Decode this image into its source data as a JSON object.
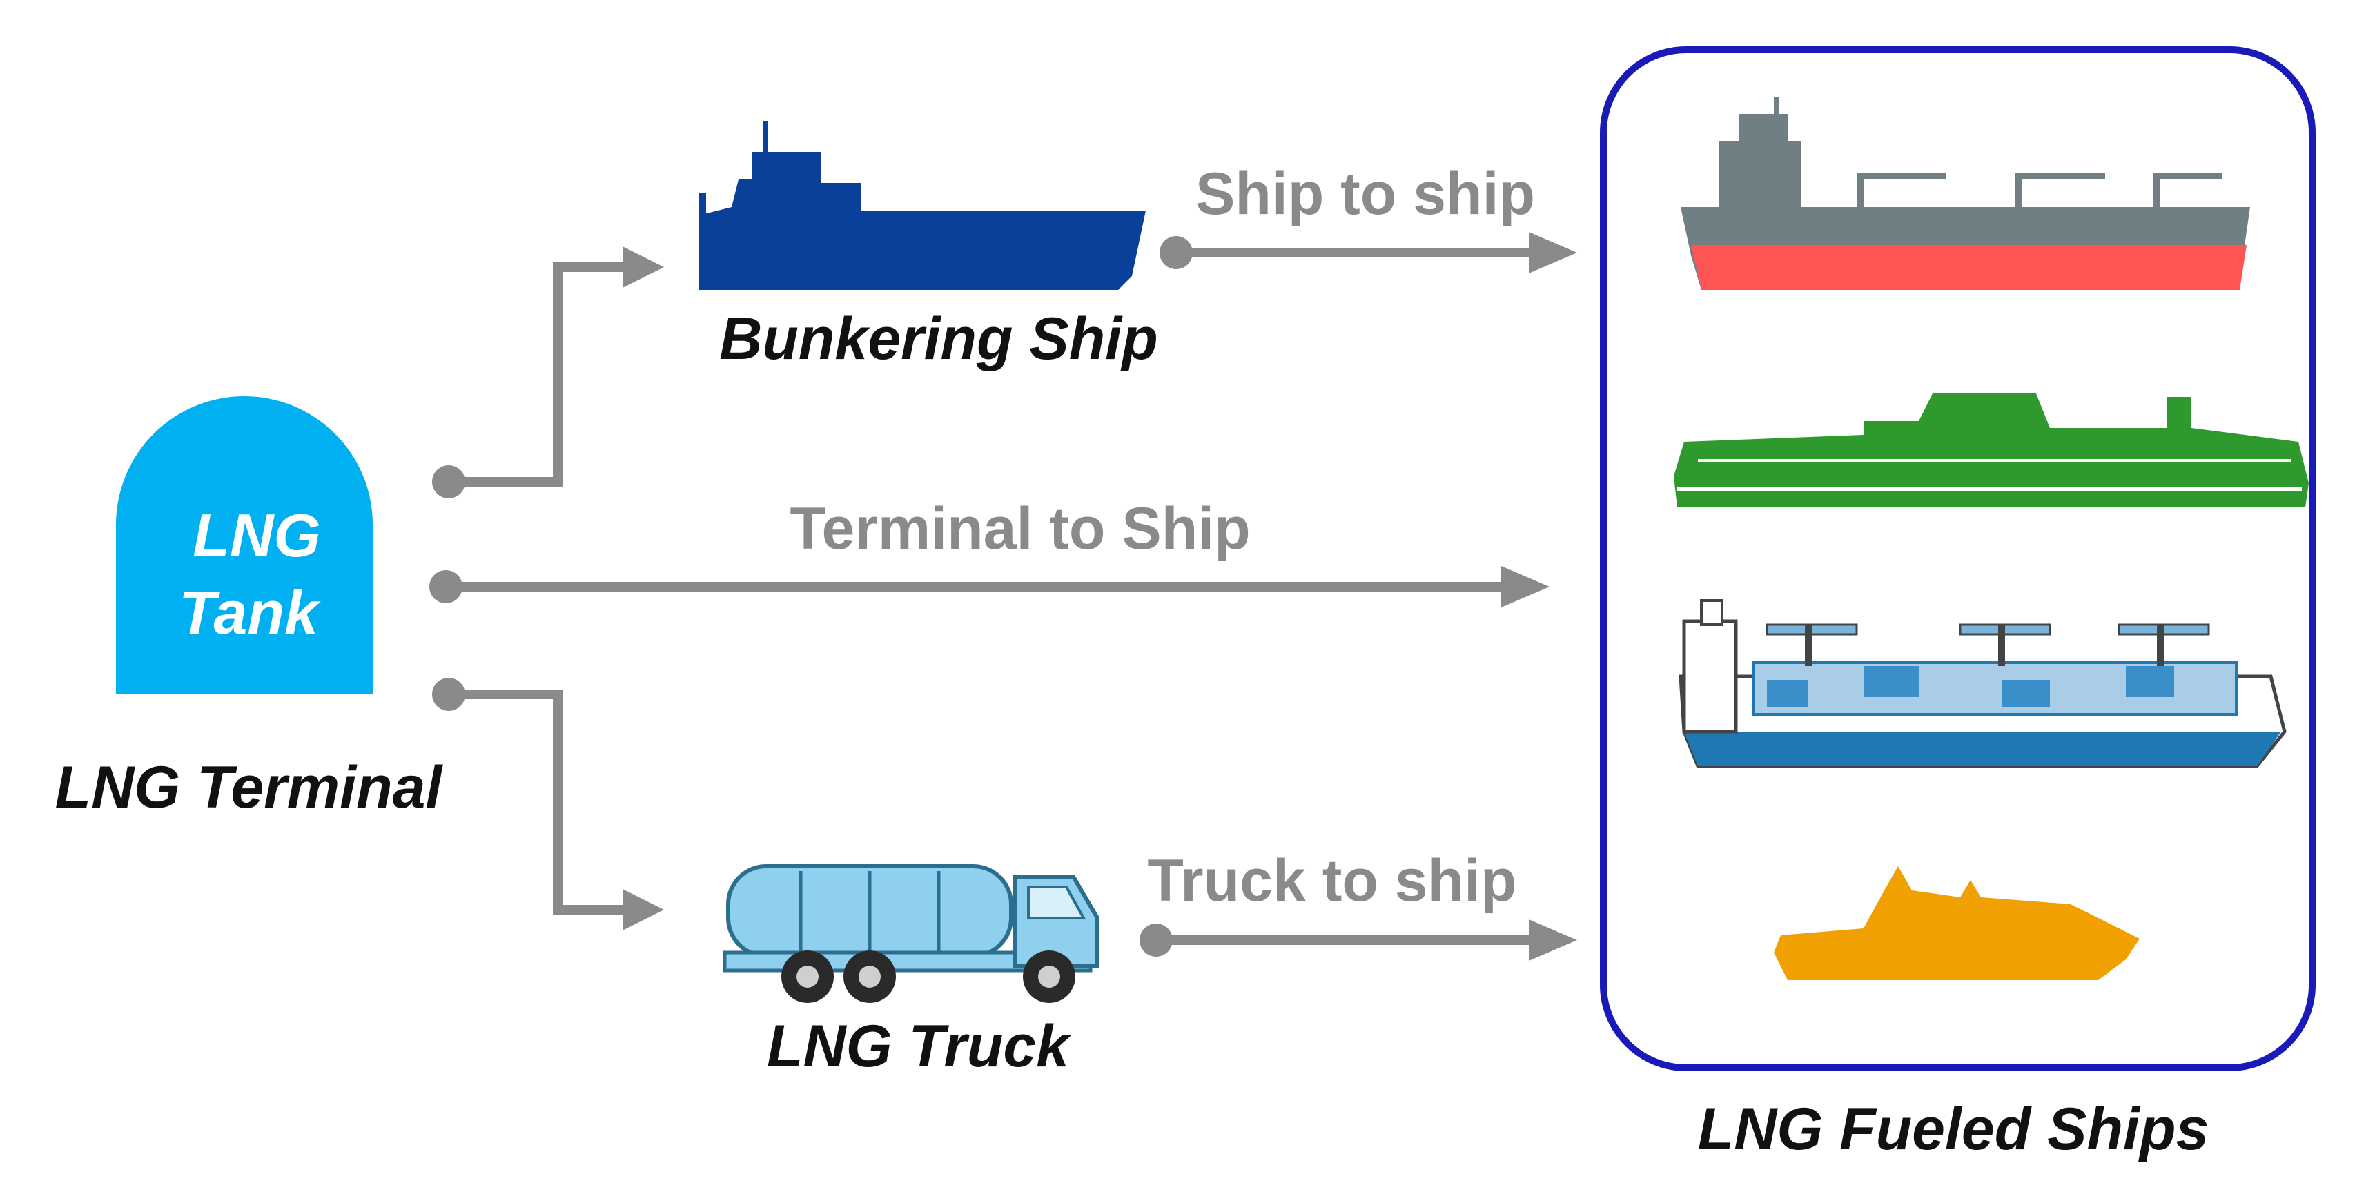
{
  "terminal": {
    "tank_line1": "LNG",
    "tank_line2": "Tank",
    "label": "LNG Terminal"
  },
  "bunkering_ship": {
    "label": "Bunkering Ship"
  },
  "truck": {
    "label": "LNG Truck"
  },
  "routes": {
    "ship_to_ship": "Ship to ship",
    "terminal_to_ship": "Terminal to Ship",
    "truck_to_ship": "Truck to ship"
  },
  "fueled_ships": {
    "label": "LNG Fueled Ships"
  },
  "colors": {
    "tank": "#00b0f0",
    "bunkering_ship": "#0a3f9a",
    "arrows": "#8a8a8a",
    "group_border": "#1a1ab8",
    "bulk_carrier_hull": "#ff5454",
    "bulk_carrier_top": "#6f7f84",
    "ferry": "#2e9a2e",
    "container_ship_hull": "#1f78b4",
    "patrol_boat": "#f0a000",
    "truck": "#8fd0ee"
  }
}
